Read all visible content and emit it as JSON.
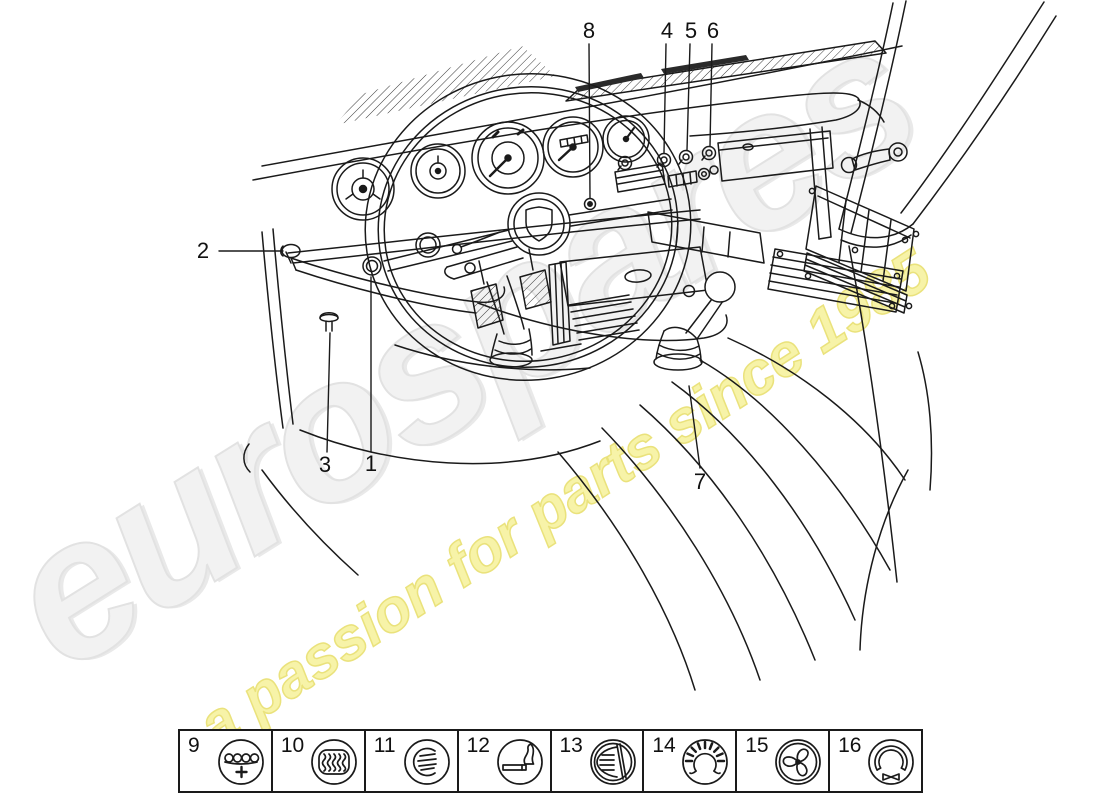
{
  "watermark": {
    "brand": "eurospares",
    "tagline": "a passion for parts since 1985",
    "brand_color": "#f2f2f2",
    "tagline_color": "#f7f3a8"
  },
  "diagram": {
    "type": "parts-line-drawing",
    "subject": "dashboard, steering wheel, switches and gear lever",
    "line_color": "#1a1a1a",
    "callouts": [
      {
        "label": "1"
      },
      {
        "label": "2"
      },
      {
        "label": "3"
      },
      {
        "label": "4"
      },
      {
        "label": "5"
      },
      {
        "label": "6"
      },
      {
        "label": "7"
      },
      {
        "label": "8"
      }
    ]
  },
  "legend": {
    "items": [
      {
        "number": "9",
        "icon": "glow-coil-plus-icon"
      },
      {
        "number": "10",
        "icon": "heater-element-icon"
      },
      {
        "number": "11",
        "icon": "lighter-coil-icon"
      },
      {
        "number": "12",
        "icon": "cigarette-lighter-icon"
      },
      {
        "number": "13",
        "icon": "headlight-icon"
      },
      {
        "number": "14",
        "icon": "heater-blower-icon"
      },
      {
        "number": "15",
        "icon": "fan-icon"
      },
      {
        "number": "16",
        "icon": "horn-ring-icon"
      }
    ]
  }
}
